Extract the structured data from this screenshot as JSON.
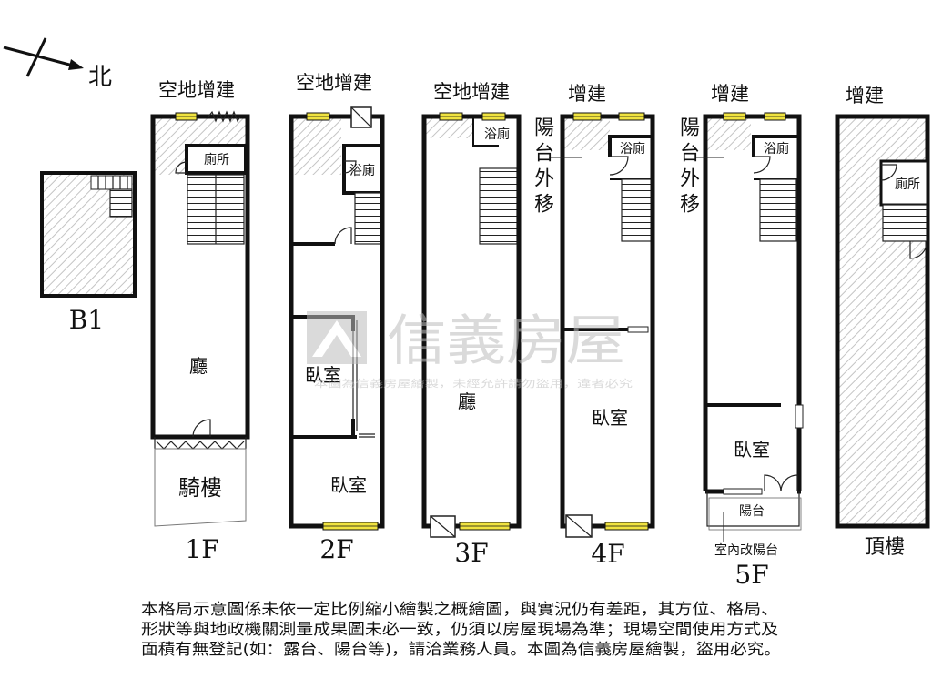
{
  "compass": {
    "north_label": "北"
  },
  "floors": {
    "b1": {
      "label": "B1"
    },
    "f1": {
      "label": "1F",
      "top_note": "空地增建",
      "toilet": "廁所",
      "living_room": "廳",
      "arcade": "騎樓"
    },
    "f2": {
      "label": "2F",
      "top_note": "空地增建",
      "bathroom": "浴廁",
      "bedroom_1": "臥室",
      "bedroom_2": "臥室"
    },
    "f3": {
      "label": "3F",
      "top_note": "空地增建",
      "bathroom": "浴廁",
      "living_room": "廳"
    },
    "f4": {
      "label": "4F",
      "top_note": "增建",
      "side_note": "陽台外移",
      "bathroom": "浴廁",
      "bedroom": "臥室"
    },
    "f5": {
      "label": "5F",
      "top_note": "增建",
      "side_note": "陽台外移",
      "bathroom": "浴廁",
      "bedroom": "臥室",
      "balcony": "陽台",
      "callout": "室內改陽台"
    },
    "roof": {
      "label": "頂樓",
      "top_note": "增建",
      "toilet": "廁所"
    }
  },
  "watermark": {
    "brand": "信義房屋",
    "notice": "本圖為信義房屋繪製，未經允許請勿盜用，違者必究"
  },
  "disclaimer": {
    "lines": [
      "本格局示意圖係未依一定比例縮小繪製之概繪圖，與實況仍有差距，其方位、格局、",
      "形狀等與地政機關測量成果圖未必一致，仍須以房屋現場為準；現場空間使用方式及",
      "面積有無登記(如：露台、陽台等)，請洽業務人員。本圖為信義房屋繪製，盜用必究。"
    ]
  },
  "colors": {
    "window": "#f0e340",
    "wall": "#111111",
    "hatch": "#c4c4c4",
    "watermark": "#bdbdbd"
  }
}
